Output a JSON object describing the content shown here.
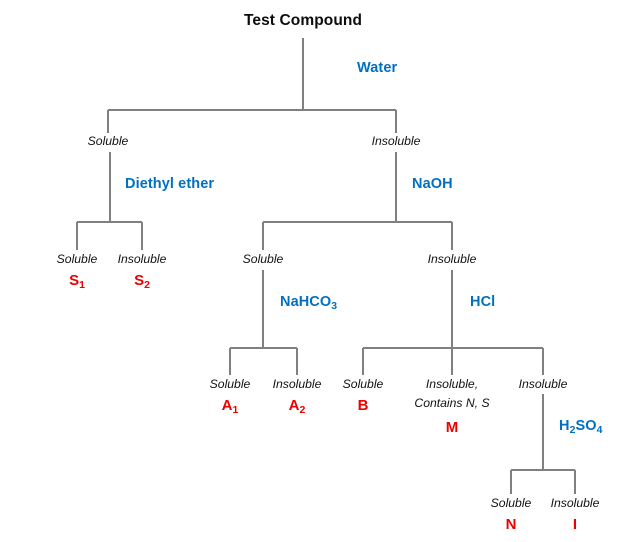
{
  "diagram": {
    "title": "Test Compound",
    "line_color": "#808080",
    "reagent_color": "#0070C0",
    "result_color": "#EE0000",
    "condition_color": "#111111"
  },
  "reagents": {
    "water": "Water",
    "diethyl_ether": "Diethyl ether",
    "naoh": "NaOH",
    "nahco3_text": "NaHCO",
    "nahco3_sub": "3",
    "hcl": "HCl",
    "h2so4_text_a": "H",
    "h2so4_sub_a": "2",
    "h2so4_text_b": "SO",
    "h2so4_sub_b": "4"
  },
  "conditions": {
    "soluble": "Soluble",
    "insoluble": "Insoluble",
    "insoluble_comma": "Insoluble,",
    "contains_ns": "Contains N, S"
  },
  "results": {
    "s1_letter": "S",
    "s1_sub": "1",
    "s2_letter": "S",
    "s2_sub": "2",
    "a1_letter": "A",
    "a1_sub": "1",
    "a2_letter": "A",
    "a2_sub": "2",
    "b": "B",
    "m": "M",
    "n": "N",
    "i": "I"
  }
}
